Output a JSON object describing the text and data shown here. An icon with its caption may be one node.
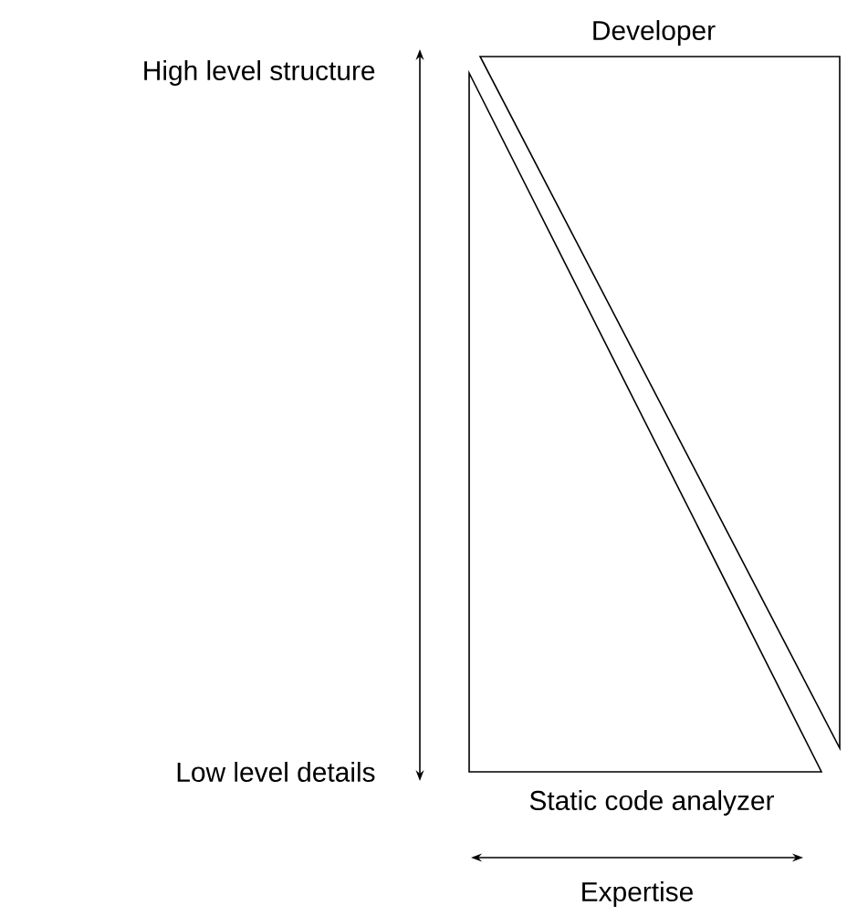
{
  "diagram": {
    "nodes": [
      {
        "text": [
          "Developer"
        ]
      },
      {
        "text": [
          "Static code analyzer"
        ]
      }
    ],
    "labels": [
      "High level structure",
      "Low level details",
      "Expertise"
    ]
  }
}
